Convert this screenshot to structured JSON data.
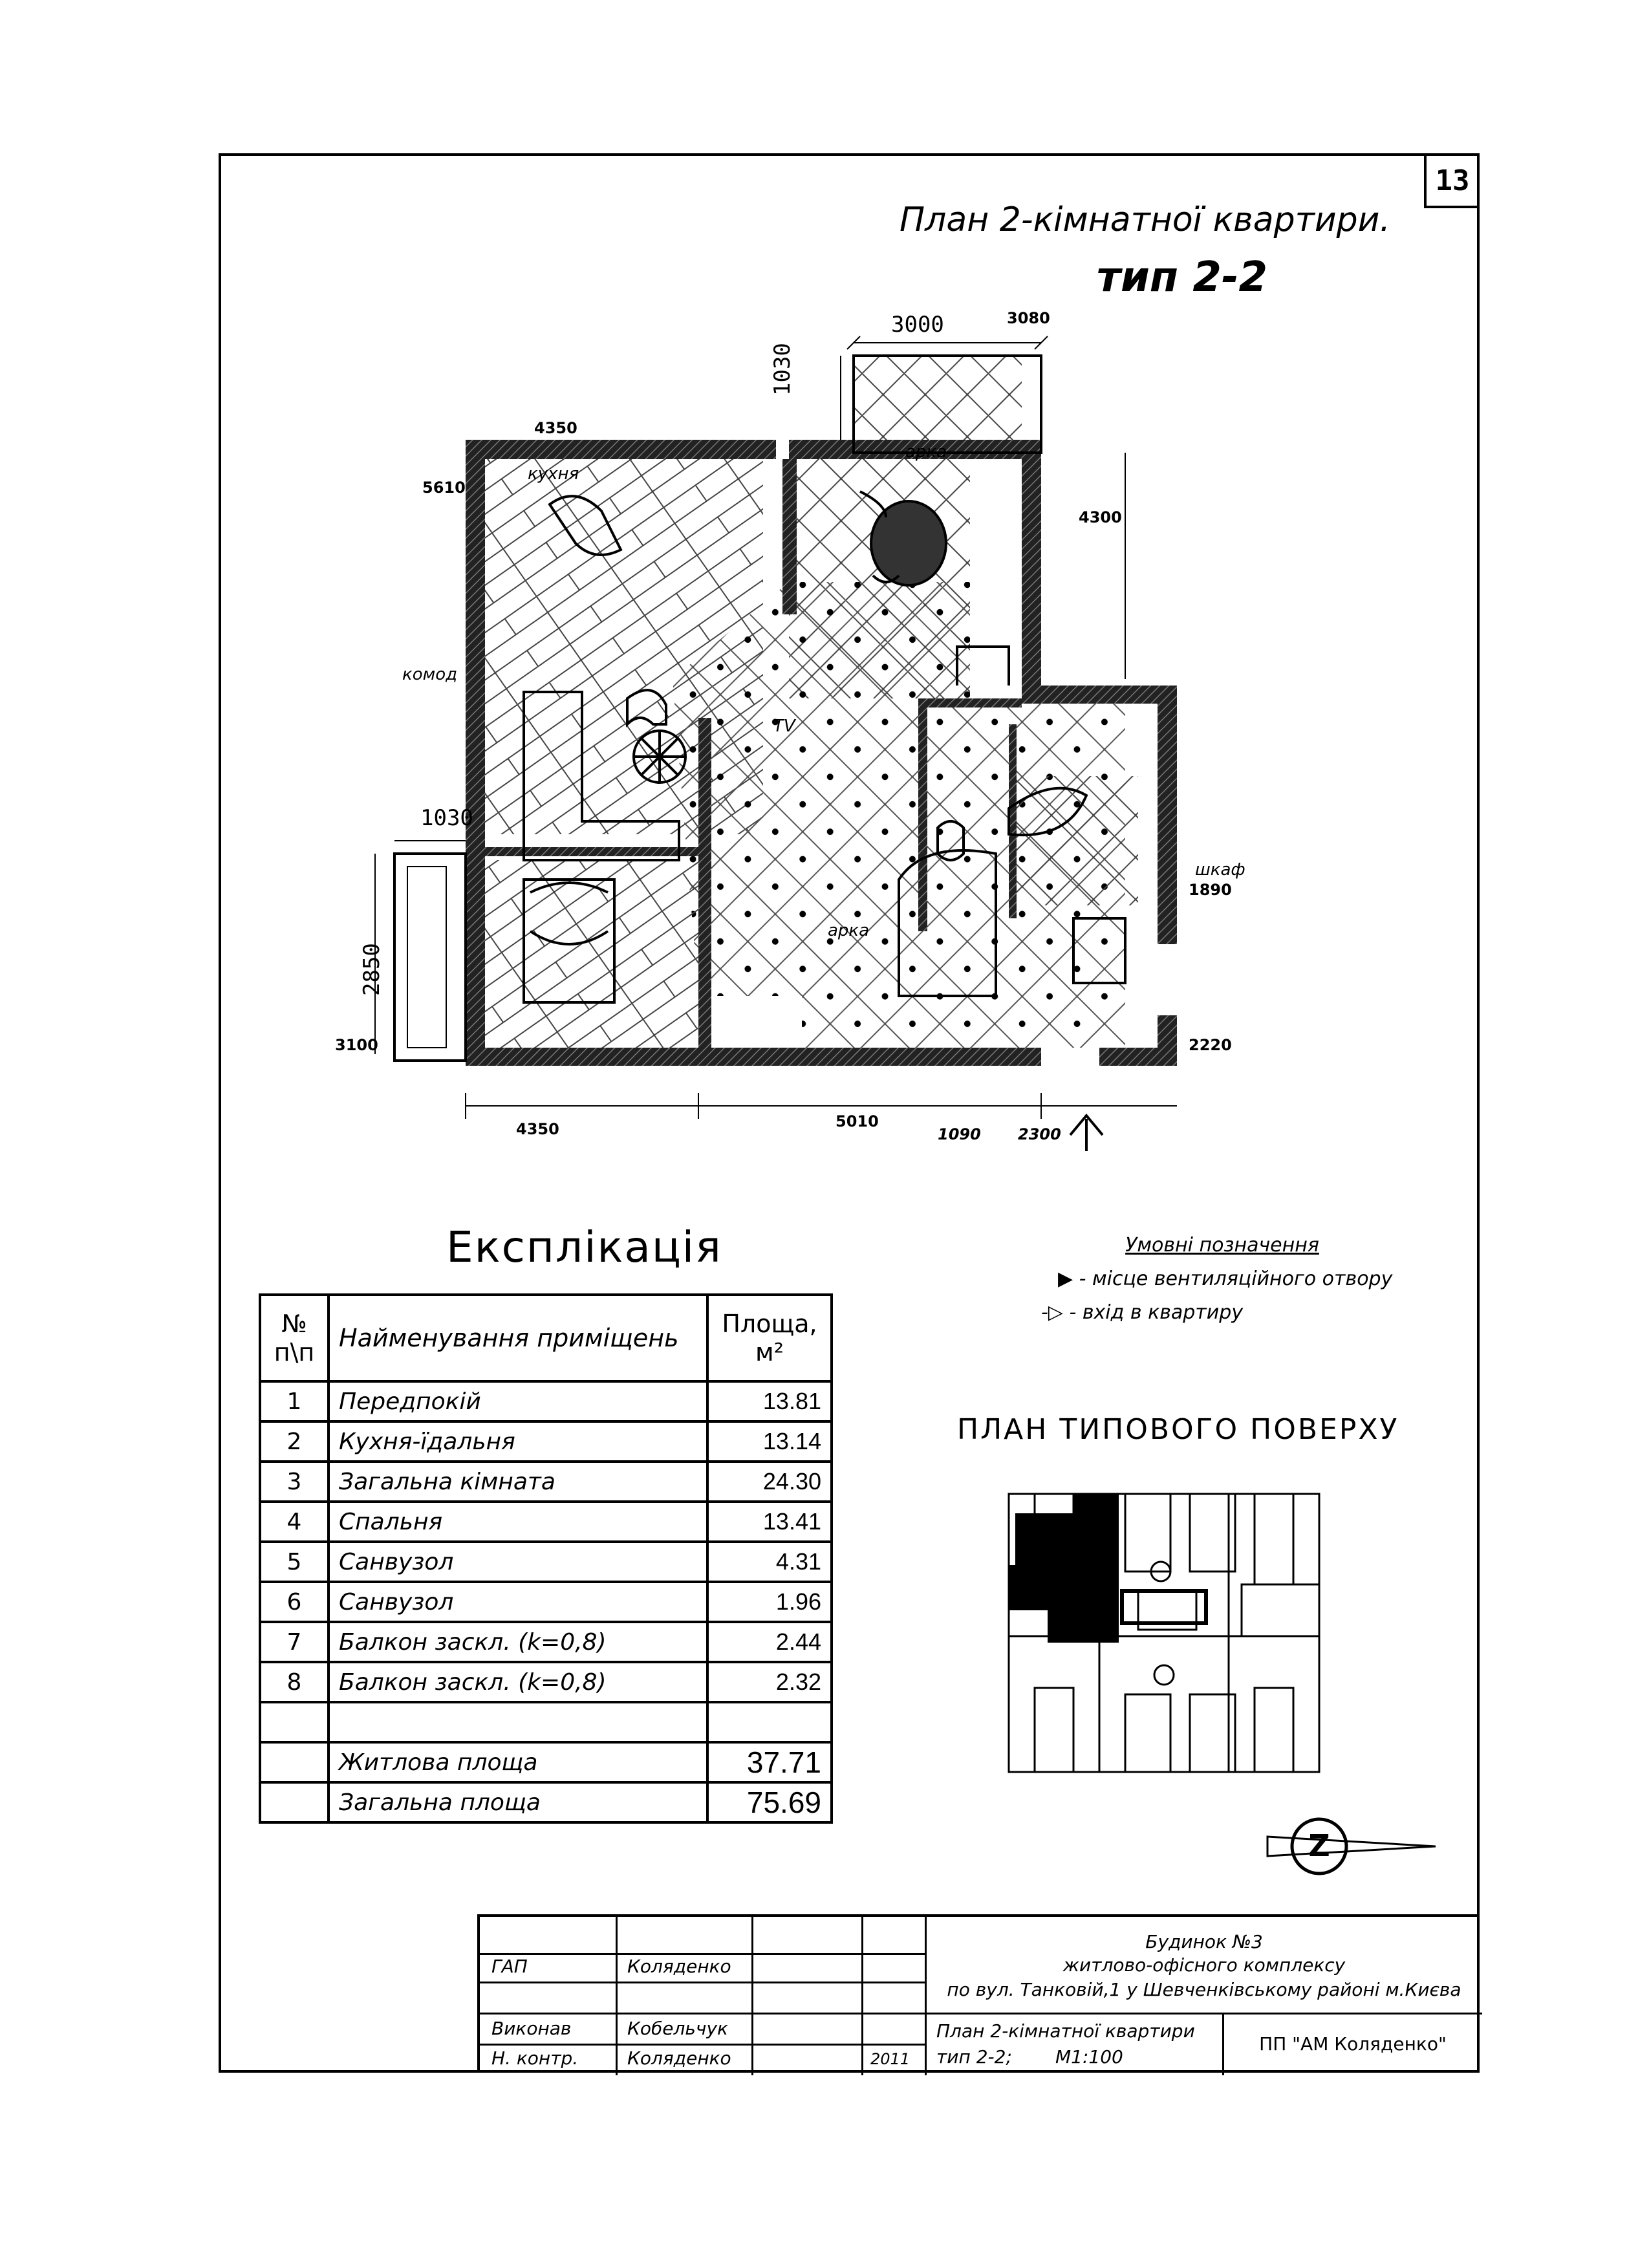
{
  "sheet_number": "13",
  "plan": {
    "title": "План 2-кімнатної квартири.",
    "type_label": "тип 2-2",
    "dimensions": {
      "top_3000": "3000",
      "top_3080": "3080",
      "left_1030_top": "1030",
      "d4350_top": "4350",
      "d5610": "5610",
      "d4300": "4300",
      "d1030_left": "1030",
      "d2850": "2850",
      "d3100": "3100",
      "d1890": "1890",
      "d2220": "2220",
      "d4350_bottom": "4350",
      "d5010": "5010",
      "d1090": "1090",
      "d2300": "2300"
    },
    "annotations": {
      "kitchen_note": "кухня",
      "arch_top": "арка",
      "arch_bottom": "арка",
      "hall_note": "комод",
      "tv": "TV",
      "wardrobe": "шкаф"
    }
  },
  "explication": {
    "title": "Експлікація",
    "headers": {
      "num": "№\nп\\п",
      "name": "Найменування приміщень",
      "area": "Площа,",
      "area_unit": "м²"
    },
    "rows": [
      {
        "num": "1",
        "name": "Передпокій",
        "area": "13.81"
      },
      {
        "num": "2",
        "name": "Кухня-їдальня",
        "area": "13.14"
      },
      {
        "num": "3",
        "name": "Загальна кімната",
        "area": "24.30"
      },
      {
        "num": "4",
        "name": "Спальня",
        "area": "13.41"
      },
      {
        "num": "5",
        "name": "Санвузол",
        "area": "4.31"
      },
      {
        "num": "6",
        "name": "Санвузол",
        "area": "1.96"
      },
      {
        "num": "7",
        "name": "Балкон заскл. (k=0,8)",
        "area": "2.44"
      },
      {
        "num": "8",
        "name": "Балкон заскл. (k=0,8)",
        "area": "2.32"
      }
    ],
    "totals": [
      {
        "name": "Житлова площа",
        "area": "37.71"
      },
      {
        "name": "Загальна площа",
        "area": "75.69"
      }
    ]
  },
  "legend": {
    "title": "Умовні позначення",
    "items": [
      {
        "symbol": "▶",
        "text": "- місце вентиляційного отвору"
      },
      {
        "symbol": "-▷",
        "text": "- вхід в квартиру"
      }
    ]
  },
  "typical_floor": {
    "title": "ПЛАН ТИПОВОГО ПОВЕРХУ",
    "north_symbol": "Z"
  },
  "stamp": {
    "role_gap": "ГАП",
    "name_gap": "Коляденко",
    "role_exec": "Виконав",
    "name_exec": "Кобельчук",
    "role_control": "Н. контр.",
    "name_control": "Коляденко",
    "year": "2011",
    "building": "Будинок №3",
    "complex": "житлово-офісного комплексу",
    "address": "по вул. Танковій,1 у Шевченківському районі м.Києва",
    "sheet_title": "План 2-кімнатної квартири",
    "sheet_type": "тип 2-2;",
    "scale": "М1:100",
    "company": "ПП \"АМ Коляденко\""
  }
}
